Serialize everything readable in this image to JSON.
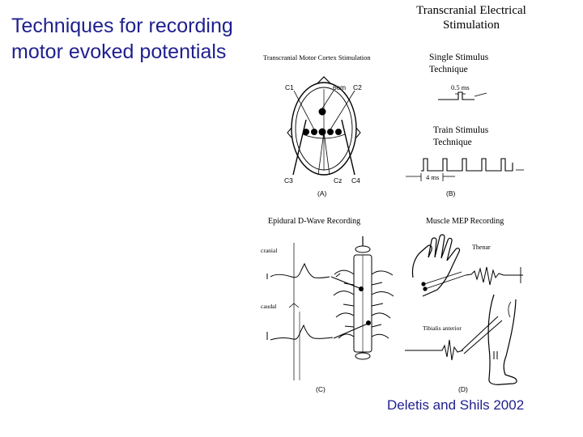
{
  "title": {
    "line1": "Techniques for recording",
    "line2": "motor evoked potentials"
  },
  "citation": "Deletis and Shils 2002",
  "figure": {
    "header": {
      "line1": "Transcranial Electrical",
      "line2": "Stimulation"
    },
    "panel_a": {
      "heading": "Transcranial Motor Cortex Stimulation",
      "labels": {
        "c1": "C1",
        "c2": "C2",
        "c3": "C3",
        "c4": "C4",
        "cz": "Cz",
        "distance": "6cm"
      },
      "letter": "(A)"
    },
    "panel_b": {
      "single_line1": "Single Stimulus",
      "single_line2": "Technique",
      "single_duration": "0.5 ms",
      "train_line1": "Train Stimulus",
      "train_line2": "Technique",
      "train_interval": "4 ms",
      "letter": "(B)"
    },
    "panel_c": {
      "heading": "Epidural D-Wave Recording",
      "cranial": "cranial",
      "caudal": "caudal",
      "letter": "(C)"
    },
    "panel_d": {
      "heading": "Muscle MEP Recording",
      "thenar": "Thenar",
      "tibialis": "Tibialis anterior",
      "letter": "(D)"
    }
  }
}
